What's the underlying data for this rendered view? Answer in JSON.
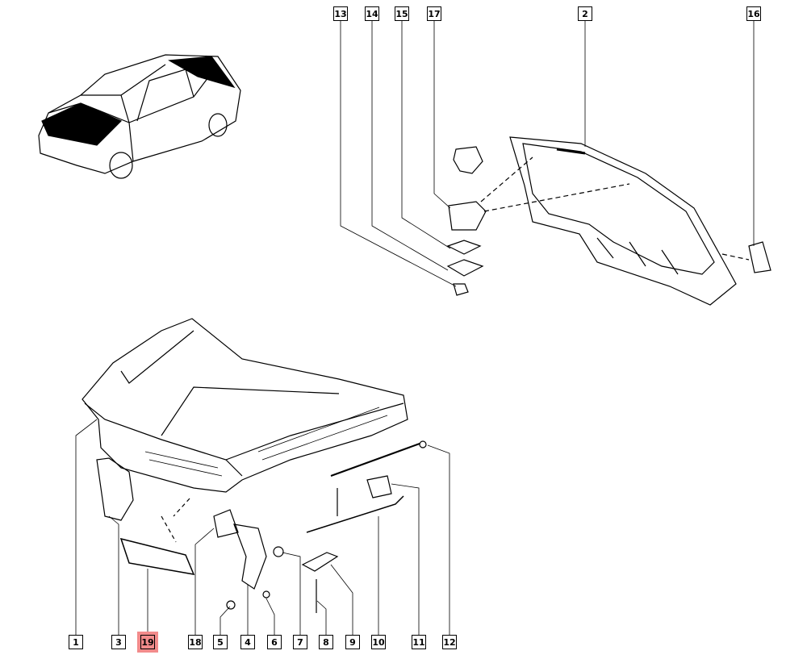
{
  "diagram": {
    "highlight_color": "#f28b8b",
    "callouts_top": [
      "13",
      "14",
      "15",
      "17",
      "2",
      "16"
    ],
    "callouts_bottom": [
      "1",
      "3",
      "19",
      "18",
      "5",
      "4",
      "6",
      "7",
      "8",
      "9",
      "10",
      "11",
      "12"
    ],
    "highlighted": "19"
  }
}
